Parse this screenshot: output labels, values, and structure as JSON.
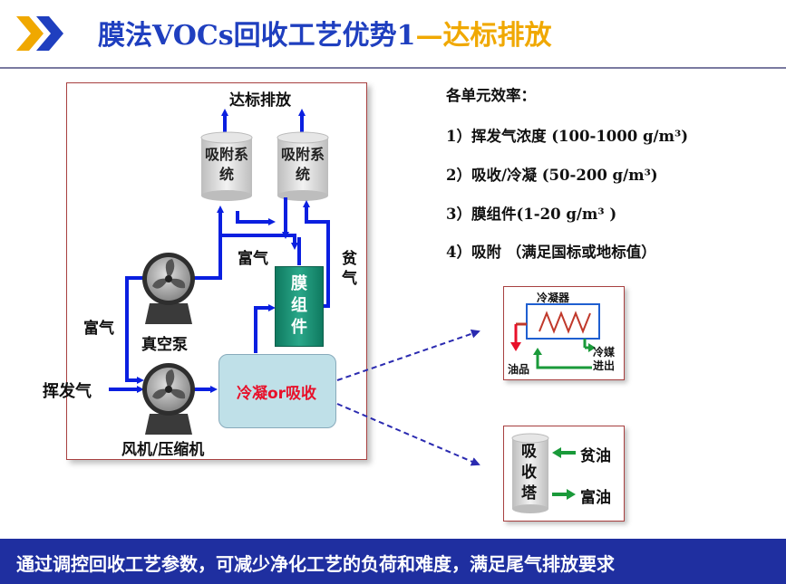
{
  "header": {
    "title_main": "膜法VOCs回收工艺优势1",
    "title_accent": "—达标排放"
  },
  "diagram": {
    "top_label": "达标排放",
    "adsorption_left": "吸附系统",
    "adsorption_right": "吸附系统",
    "rich_gas_top": "富气",
    "lean_gas": "贫气",
    "membrane": "膜组件",
    "rich_gas_left": "富气",
    "vacuum_pump": "真空泵",
    "volatile_gas": "挥发气",
    "condense_or_absorb": "冷凝or吸收",
    "fan_compressor": "风机/压缩机"
  },
  "efficiency": {
    "heading": "各单元效率：",
    "items": [
      "1）挥发气浓度 (100-1000 g/m³)",
      "2）吸收/冷凝 (50-200 g/m³)",
      "3）膜组件(1-20 g/m³ )",
      "4）吸附 （满足国标或地标值）"
    ]
  },
  "condenser_detail": {
    "title": "冷凝器",
    "oil": "油品",
    "coolant": "冷媒进出"
  },
  "absorber_detail": {
    "tower": "吸收塔",
    "lean_oil": "贫油",
    "rich_oil": "富油"
  },
  "footer": {
    "text": "通过调控回收工艺参数，可减少净化工艺的负荷和难度，满足尾气排放要求"
  },
  "colors": {
    "title_blue": "#1f3fbf",
    "title_accent": "#f0a800",
    "flow_blue": "#0a1fe0",
    "membrane_green": "#1a8f70",
    "footer_bg": "#1f2fa0",
    "highlight_red": "#e8102a"
  }
}
